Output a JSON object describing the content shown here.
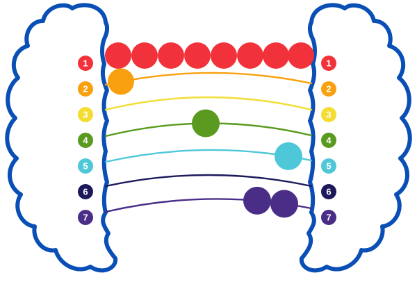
{
  "rows": [
    {
      "label": "1",
      "color": "#f2323a",
      "beads": 8
    },
    {
      "label": "2",
      "color": "#f9a00e",
      "beads": 1
    },
    {
      "label": "3",
      "color": "#f3dd32",
      "beads": 0
    },
    {
      "label": "4",
      "color": "#5a9a1e",
      "beads": 1
    },
    {
      "label": "5",
      "color": "#4ec8d8",
      "beads": 1
    },
    {
      "label": "6",
      "color": "#1d1a5c",
      "beads": 0
    },
    {
      "label": "7",
      "color": "#4a2d87",
      "beads": 2
    }
  ],
  "frame_color": "#0a4fb5"
}
